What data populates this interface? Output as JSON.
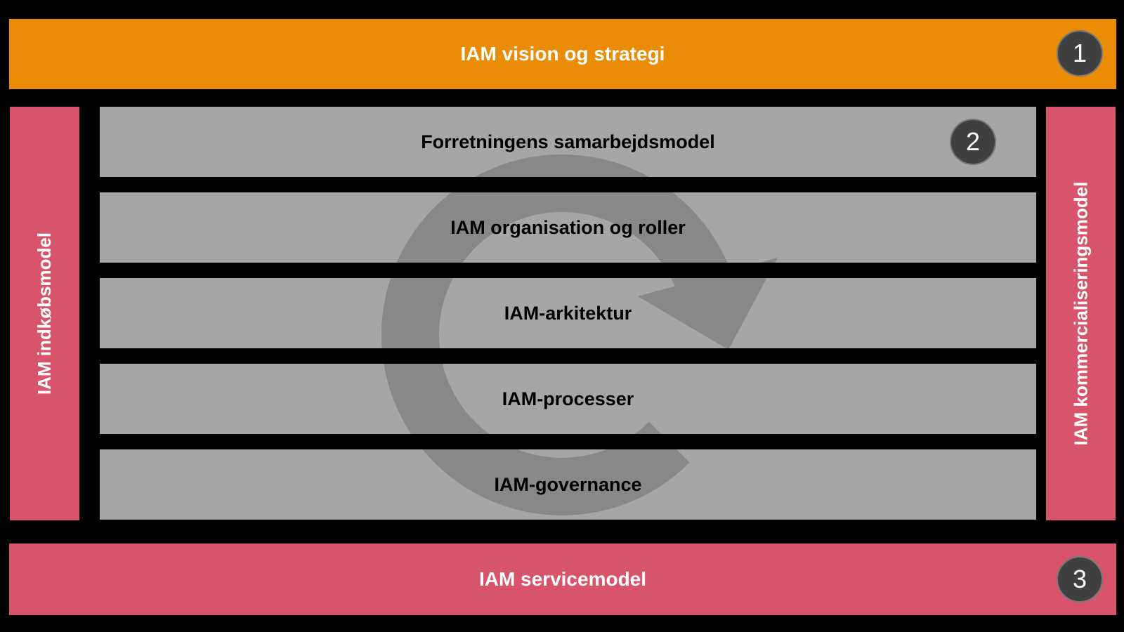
{
  "title": "IAM operating model diagram",
  "top_bar": {
    "label": "IAM vision og strategi",
    "badge_number": "1"
  },
  "left_bar": {
    "label": "IAM indkøbsmodel"
  },
  "right_bar": {
    "label": "IAM kommercialiseringsmodel"
  },
  "rows": [
    {
      "label": "Forretningens samarbejdsmodel",
      "badge_number": "2"
    },
    {
      "label": "IAM organisation og roller"
    },
    {
      "label": "IAM-arkitektur"
    },
    {
      "label": "IAM-processer"
    },
    {
      "label": "IAM-governance"
    }
  ],
  "bottom_bar": {
    "label": "IAM servicemodel",
    "badge_number": "3"
  },
  "icons": {
    "cycle_arrow": "clockwise-cycle-arrow-icon"
  },
  "colors": {
    "background": "#000000",
    "top_bar_orange": "#EA8C06",
    "side_and_bottom_pink": "#D7546A",
    "row_gray": "#A6A6A6",
    "badge_dark_gray": "#404040",
    "badge_text": "#FFFFFF",
    "bar_text": "#FFFFFF",
    "row_text": "#000000",
    "cycle_arrow_overlay": "rgba(0,0,0,0.175)"
  }
}
